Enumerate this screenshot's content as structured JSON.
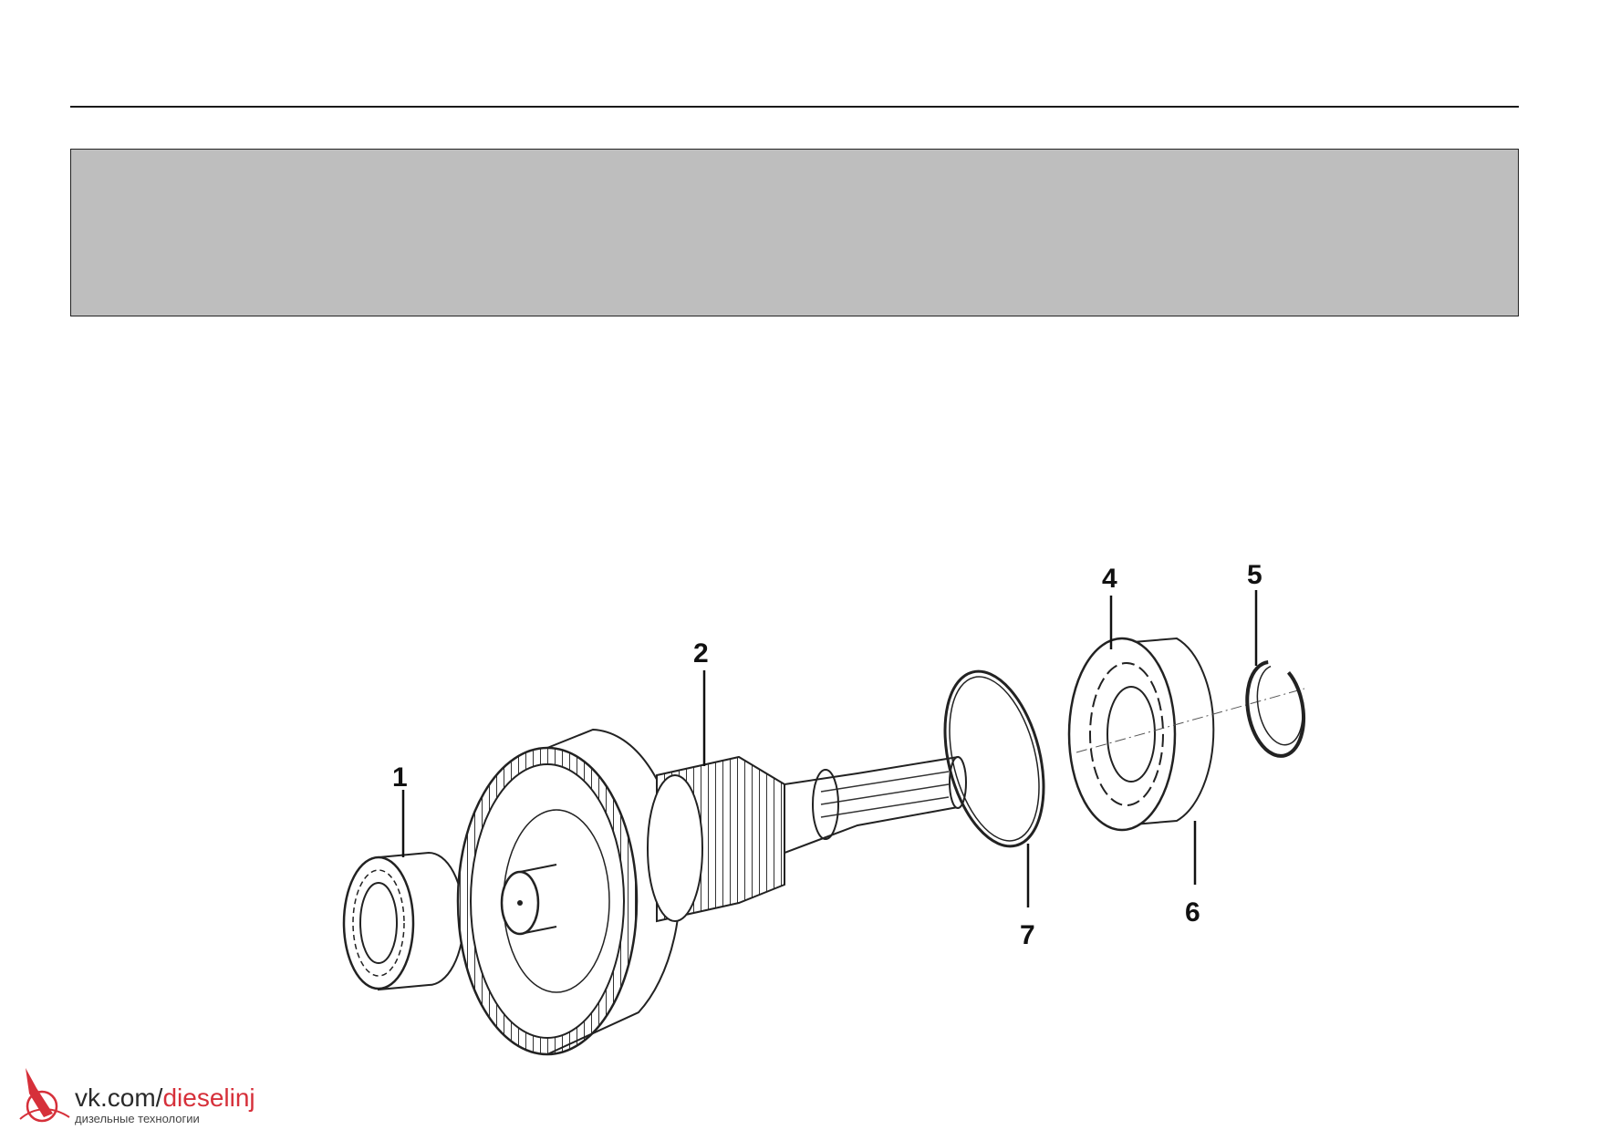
{
  "callouts": [
    {
      "id": "1",
      "label": "1"
    },
    {
      "id": "2",
      "label": "2"
    },
    {
      "id": "3",
      "label": "4"
    },
    {
      "id": "4",
      "label": "5"
    },
    {
      "id": "5",
      "label": "6"
    },
    {
      "id": "6",
      "label": "7"
    }
  ],
  "watermark": {
    "site_prefix": "vk.com/",
    "site_accent": "dieselinj",
    "subtitle": "дизельные технологии",
    "accent_color": "#d6303a"
  },
  "colors": {
    "header_band": "#bebebe",
    "line": "#1a1a1a"
  }
}
